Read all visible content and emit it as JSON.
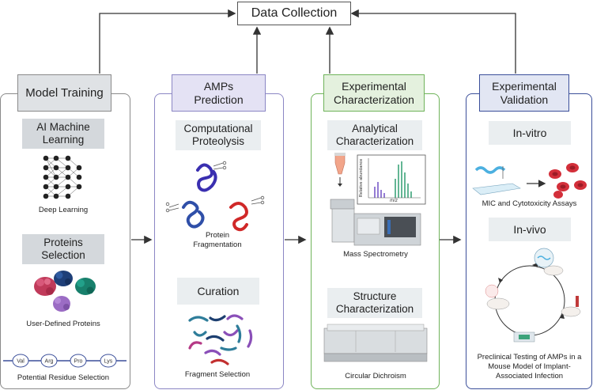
{
  "title": "Data Collection",
  "colors": {
    "model_border": "#8a8a8a",
    "amps_border": "#8b86c4",
    "exp_char_border": "#6fb35a",
    "exp_val_border": "#3b4f9a"
  },
  "panels": {
    "model_training": {
      "header": "Model Training",
      "ai_box": "AI Machine\nLearning",
      "deep_learning": "Deep Learning",
      "proteins_box": "Proteins\nSelection",
      "user_defined": "User-Defined Proteins",
      "residues": [
        "Val",
        "Arg",
        "Pro",
        "Lys"
      ],
      "residue_caption": "Potential Residue Selection"
    },
    "amps_prediction": {
      "header": "AMPs\nPrediction",
      "proteolysis_box": "Computational\nProteolysis",
      "fragmentation": "Protein\nFragmentation",
      "curation_box": "Curation",
      "fragment_selection": "Fragment Selection"
    },
    "experimental_characterization": {
      "header": "Experimental\nCharacterization",
      "analytical_box": "Analytical\nCharacterization",
      "spectrum_ylabel": "Relative abundance",
      "spectrum_xlabel": "m/z",
      "mass_spec": "Mass Spectrometry",
      "structure_box": "Structure\nCharacterization",
      "circular_dichroism": "Circular Dichroism"
    },
    "experimental_validation": {
      "header": "Experimental\nValidation",
      "invitro_box": "In-vitro",
      "mic_caption": "MIC and Cytotoxicity Assays",
      "invivo_box": "In-vivo",
      "preclinical_caption": "Preclinical Testing of AMPs in a\nMouse Model of Implant-\nAssociated Infection"
    }
  }
}
